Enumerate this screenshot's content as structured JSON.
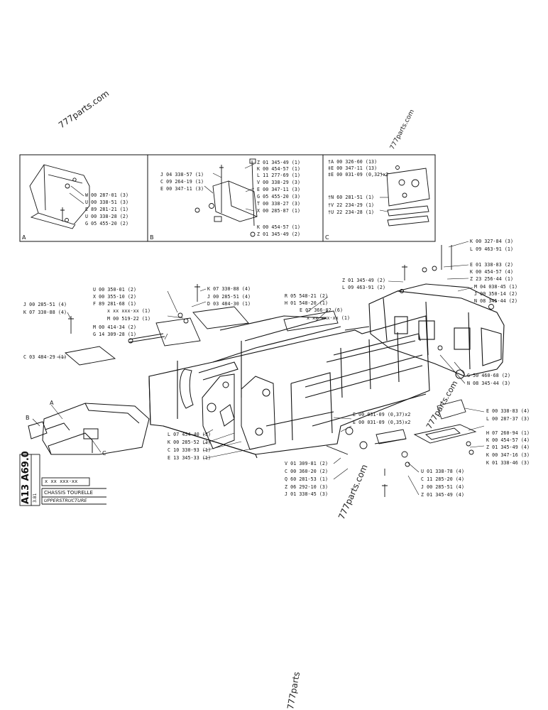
{
  "watermarks": [
    "777parts.com",
    "777parts.com",
    "777parts.com",
    "777parts.com",
    "777parts"
  ],
  "drawing_code": "A13 A69.0",
  "drawing_date": "3.81",
  "ref_box": "x xx xxx-xx",
  "title_fr": "CHASSIS TOURELLE",
  "title_en": "UPPERSTRUCTURE",
  "panels": {
    "a": "A",
    "b": "B",
    "c": "C"
  },
  "callouts": {
    "a": "A",
    "b": "B",
    "c": "C"
  },
  "labels": [
    "W 00 287-01 (3)",
    "U 00 338-51 (3)",
    "E 89 281-21 (1)",
    "U 00 338-28 (2)",
    "G 05 455-20 (2)",
    "J 04 338-57 (1)",
    "C 09 264-19 (1)",
    "E 00 347-11 (3)",
    "Z 01 345-49 (1)",
    "K 00 454-57 (1)",
    "L 11 277-69 (1)",
    "V 00 338-29 (3)",
    "E 00 347-11 (3)",
    "G 05 455-20 (3)",
    "T 00 338-27 (3)",
    "X 00 285-87 (1)",
    "K 00 454-57 (1)",
    "Z 01 345-49 (2)",
    "†A 00 326-60 (13)",
    "‡E 00 347-11 (13)",
    "‡E 00 031-09 (0,32)x2",
    "†N 60 281-51 (1)",
    "†V 22 234-29 (1)",
    "†U 22 234-28 (1)",
    "K 00 327-84 (3)",
    "L 09 463-91 (1)",
    "E 01 338-83 (2)",
    "K 00 454-57 (4)",
    "Z 23 256-44 (1)",
    "Z 01 345-49 (2)",
    "L 09 463-91 (2)",
    "M 04 038-45 (1)",
    "J 00 350-14 (2)",
    "N 08 345-44 (2)",
    "G 50 460-68 (2)",
    "N 08 345-44 (3)",
    "U 00 350-01 (2)",
    "X 00 355-10 (2)",
    "F 89 281-68 (1)",
    "x xx xxx-xx (1)",
    "M 00 519-22 (1)",
    "M 00 414-34 (2)",
    "G 14 309-28 (1)",
    "K 07 330-88 (4)",
    "J 00 285-51 (4)",
    "D 03 484-30 (1)",
    "J 00 285-51 (4)",
    "K 07 330-88 (4)",
    "C 03 484-29 (1)",
    "R 05 548-21 (2)",
    "H 01 548-20 (1)",
    "E 07 366-02 (6)",
    "x xx xxx-xx (1)",
    "E 00 031-09 (0,37)x2",
    "E 00 031-09 (0,35)x2",
    "E 00 338-83 (4)",
    "L 00 287-37 (3)",
    "H 07 260-94 (1)",
    "K 00 454-57 (4)",
    "Z 01 345-49 (4)",
    "K 00 347-16 (3)",
    "K 01 338-46 (3)",
    "L 07 454-40 (3)",
    "K 00 285-52 (1)",
    "C 10 330-93 (1)",
    "E 13 345-33 (1)",
    "V 01 309-81 (2)",
    "C 00 360-20 (2)",
    "Q 60 281-53 (1)",
    "Z 06 292-10 (3)",
    "J 01 338-45 (3)",
    "U 01 338-78 (4)",
    "C 11 285-20 (4)",
    "J 00 285-51 (4)",
    "Z 01 345-49 (4)"
  ]
}
